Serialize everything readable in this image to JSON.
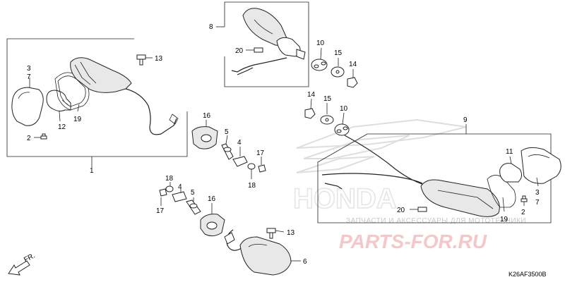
{
  "watermark": {
    "ru_text": "ЗАПЧАСТИ И АКСЕССУАРЫ ДЛЯ МОТОТЕХНИКИ",
    "brand": "PARTS-FOR.RU"
  },
  "diagram_code": "K26AF3500B",
  "front_label": "FR.",
  "callouts": {
    "c1": "1",
    "c2a": "2",
    "c2b": "2",
    "c3a": "3",
    "c3b": "3",
    "c4a": "4",
    "c4b": "4",
    "c5a": "5",
    "c5b": "5",
    "c6": "6",
    "c7a": "7",
    "c7b": "7",
    "c8": "8",
    "c9": "9",
    "c10a": "10",
    "c10b": "10",
    "c11": "11",
    "c12": "12",
    "c13a": "13",
    "c13b": "13",
    "c14a": "14",
    "c14b": "14",
    "c15a": "15",
    "c15b": "15",
    "c16a": "16",
    "c16b": "16",
    "c17a": "17",
    "c17b": "17",
    "c18a": "18",
    "c18b": "18",
    "c19a": "19",
    "c19b": "19",
    "c20a": "20",
    "c20b": "20"
  }
}
